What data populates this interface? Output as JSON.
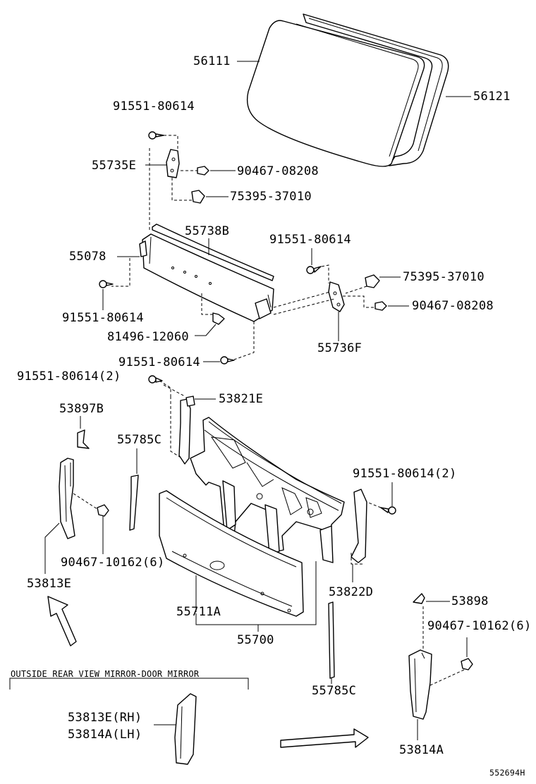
{
  "diagram_id": "552694H",
  "section_label": "OUTSIDE REAR VIEW MIRROR-DOOR MIRROR",
  "parts": [
    {
      "key": "p56111",
      "text": "56111"
    },
    {
      "key": "p56121",
      "text": "56121"
    },
    {
      "key": "p91551a",
      "text": "91551-80614"
    },
    {
      "key": "p55735e",
      "text": "55735E"
    },
    {
      "key": "p90467a",
      "text": "90467-08208"
    },
    {
      "key": "p75395a",
      "text": "75395-37010"
    },
    {
      "key": "p55738b",
      "text": "55738B"
    },
    {
      "key": "p91551b",
      "text": "91551-80614"
    },
    {
      "key": "p55078",
      "text": "55078"
    },
    {
      "key": "p75395b",
      "text": "75395-37010"
    },
    {
      "key": "p90467b",
      "text": "90467-08208"
    },
    {
      "key": "p91551c",
      "text": "91551-80614"
    },
    {
      "key": "p81496",
      "text": "81496-12060"
    },
    {
      "key": "p55736f",
      "text": "55736F"
    },
    {
      "key": "p91551d",
      "text": "91551-80614"
    },
    {
      "key": "p91551e",
      "text": "91551-80614(2)"
    },
    {
      "key": "p53821e",
      "text": "53821E"
    },
    {
      "key": "p53897b",
      "text": "53897B"
    },
    {
      "key": "p55785c_a",
      "text": "55785C"
    },
    {
      "key": "p91551f",
      "text": "91551-80614(2)"
    },
    {
      "key": "p90467c",
      "text": "90467-10162(6)"
    },
    {
      "key": "p53813e",
      "text": "53813E"
    },
    {
      "key": "p53822d",
      "text": "53822D"
    },
    {
      "key": "p55711a",
      "text": "55711A"
    },
    {
      "key": "p53898",
      "text": "53898"
    },
    {
      "key": "p55700",
      "text": "55700"
    },
    {
      "key": "p90467d",
      "text": "90467-10162(6)"
    },
    {
      "key": "p55785c_b",
      "text": "55785C"
    },
    {
      "key": "p53813e_rh",
      "text": "53813E(RH)"
    },
    {
      "key": "p53814a_lh",
      "text": "53814A(LH)"
    },
    {
      "key": "p53814a",
      "text": "53814A"
    }
  ]
}
